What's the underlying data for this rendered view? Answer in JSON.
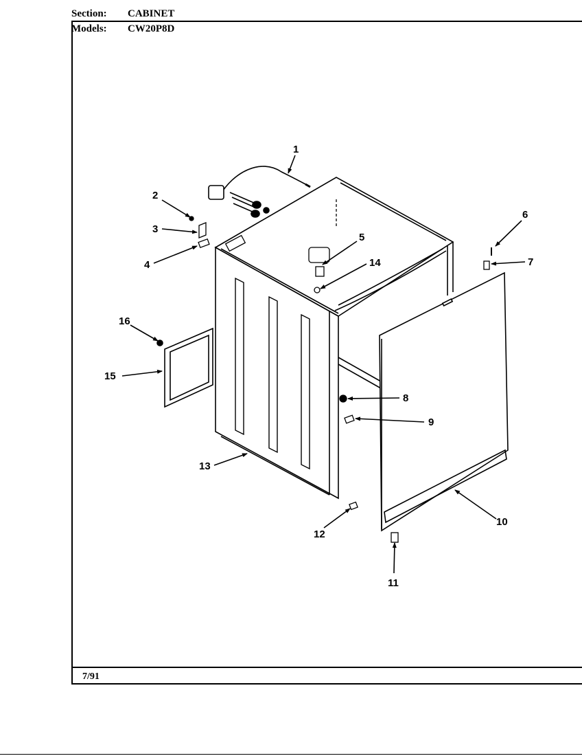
{
  "header": {
    "section_label": "Section:",
    "section_value": "CABINET",
    "models_label": "Models:",
    "models_value": "CW20P8D"
  },
  "footer": {
    "date": "7/91"
  },
  "callouts": [
    "1",
    "2",
    "3",
    "4",
    "5",
    "6",
    "7",
    "8",
    "9",
    "10",
    "11",
    "12",
    "13",
    "14",
    "15",
    "16"
  ]
}
